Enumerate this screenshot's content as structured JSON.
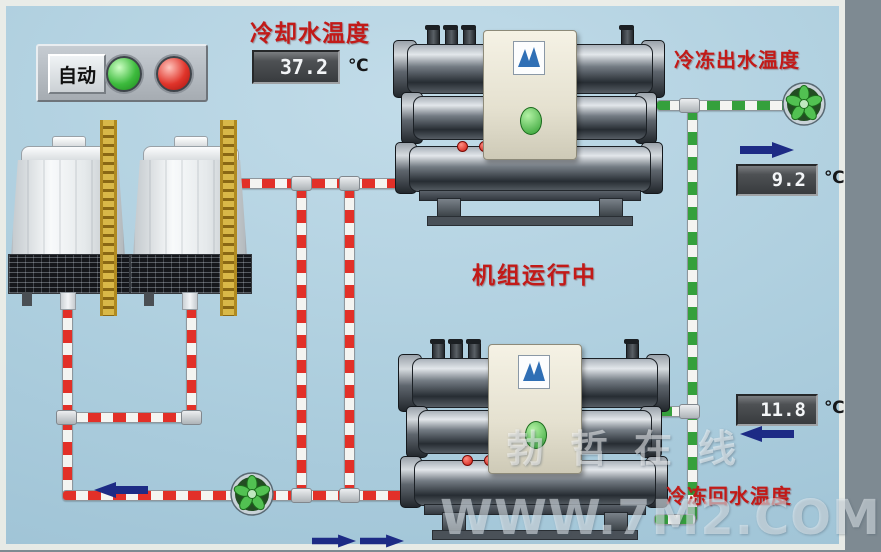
{
  "panel": {
    "auto_label": "自动"
  },
  "temps": {
    "cooling": {
      "label": "冷却水温度",
      "value": "37.2",
      "unit": "℃"
    },
    "chilled_out": {
      "label": "冷冻出水温度",
      "value": "9.2",
      "unit": "℃"
    },
    "chilled_return": {
      "label": "冷冻回水温度",
      "value": "11.8",
      "unit": "℃"
    }
  },
  "status": {
    "text": "机组运行中"
  },
  "watermark": {
    "cn": "勃哲在线",
    "site": "WWW.7M2.COM"
  },
  "icons": {
    "pump": "pump-fan-icon",
    "lamp_green": "green-indicator-lamp",
    "lamp_red": "red-indicator-lamp",
    "chiller_logo": "brand-logo-icon"
  },
  "colors": {
    "pipe_cooling": "#e23028",
    "pipe_chilled": "#35a03c",
    "label_red": "#c21a18",
    "arrow_navy": "#1d2b85",
    "lamp_green": "#3dbb3d",
    "lamp_red": "#d42520",
    "background_top": "#c2dce9",
    "background_bottom": "#97bdd1"
  }
}
